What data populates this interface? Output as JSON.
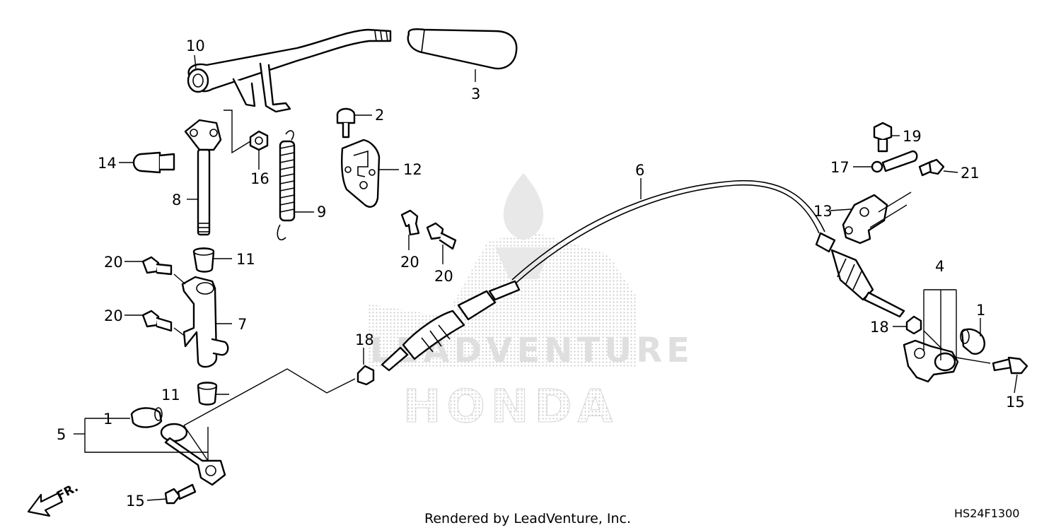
{
  "diagram": {
    "callouts": {
      "c10": "10",
      "c3": "3",
      "c2": "2",
      "c12": "12",
      "c14": "14",
      "c16": "16",
      "c8": "8",
      "c9": "9",
      "c6": "6",
      "c19": "19",
      "c17": "17",
      "c21": "21",
      "c13": "13",
      "c11a": "11",
      "c11b": "11",
      "c20a": "20",
      "c20b": "20",
      "c20c": "20",
      "c20d": "20",
      "c7": "7",
      "c18a": "18",
      "c18b": "18",
      "c4": "4",
      "c1a": "1",
      "c1b": "1",
      "c5": "5",
      "c15a": "15",
      "c15b": "15"
    },
    "direction_label": "FR.",
    "footer_credit": "Rendered by LeadVenture, Inc.",
    "diagram_code": "HS24F1300"
  },
  "watermark": {
    "word_top": "LEADVENTURE",
    "word_bottom": "HONDA",
    "color": "#d8d8d8"
  },
  "colors": {
    "ink": "#000000",
    "paper": "#ffffff"
  }
}
